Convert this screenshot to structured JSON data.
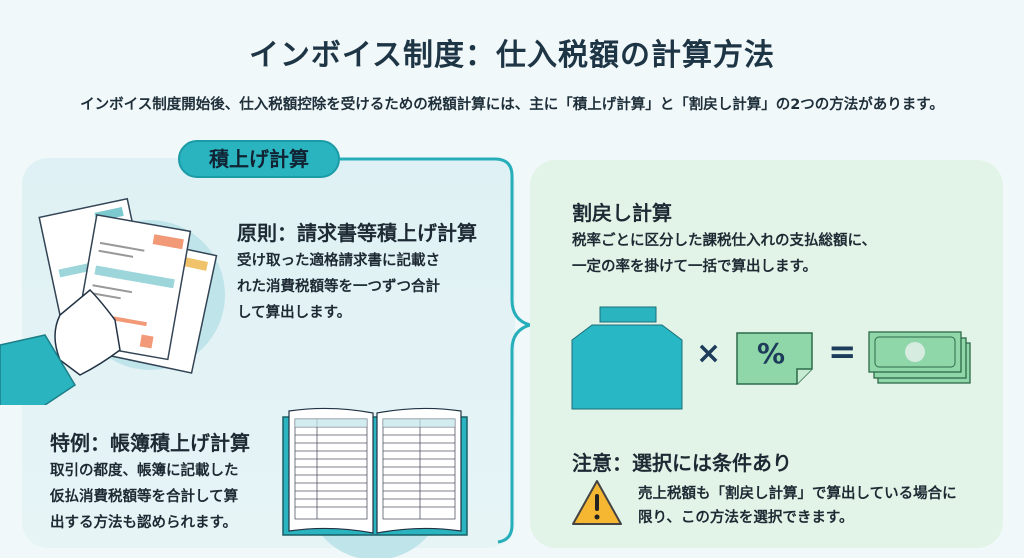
{
  "header": {
    "title": "インボイス制度：仕入税額の計算方法",
    "subtitle": "インボイス制度開始後、仕入税額控除を受けるための税額計算には、主に「積上げ計算」と「割戻し計算」の2つの方法があります。"
  },
  "tsumiage": {
    "label": "積上げ計算",
    "principle": {
      "title": "原則：請求書等積上げ計算",
      "lines": [
        "受け取った適格請求書に記載さ",
        "れた消費税額等を一つずつ合計",
        "して算出します。"
      ]
    },
    "exception": {
      "title": "特例：帳簿積上げ計算",
      "lines": [
        "取引の都度、帳簿に記載した",
        "仮払消費税額等を合計して算",
        "出する方法も認められます。"
      ]
    }
  },
  "warimodoshi": {
    "title": "割戻し計算",
    "lines": [
      "税率ごとに区分した課税仕入れの支払総額に、",
      "一定の率を掛けて一括で算出します。"
    ],
    "formula": {
      "times": "×",
      "percent": "%",
      "equals": "="
    },
    "notice": {
      "title": "注意：選択には条件あり",
      "lines": [
        "売上税額も「割戻し計算」で算出している場合に",
        "限り、この方法を選択できます。"
      ]
    }
  },
  "colors": {
    "teal": "#2ab4c0",
    "green": "#8fd6a8",
    "warning": "#f5b731"
  }
}
